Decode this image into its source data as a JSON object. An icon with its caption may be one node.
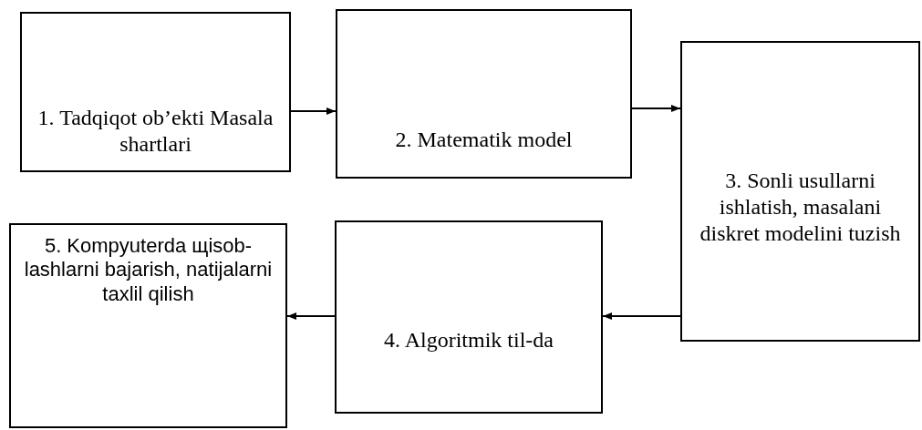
{
  "diagram": {
    "nodes": [
      {
        "text": [
          "1. Tadqiqot ob’ekti Masala shartlari"
        ]
      },
      {
        "text": [
          "2. Matematik model"
        ]
      },
      {
        "text": [
          "3. Sonli usullarni ishlatish, masalani diskret modelini tuzish"
        ]
      },
      {
        "text": [
          "4. Algoritmik til-da"
        ]
      },
      {
        "text": [
          "5. Kompyuterda щisob-lashlarni bajarish, natijalarni taxlil qilish"
        ]
      }
    ],
    "edges": [
      {
        "from": 0,
        "to": 1,
        "arrow": "to"
      },
      {
        "from": 1,
        "to": 2,
        "arrow": "to"
      },
      {
        "from": 2,
        "to": 3,
        "arrow": "to"
      },
      {
        "from": 3,
        "to": 4,
        "arrow": "to"
      }
    ]
  }
}
